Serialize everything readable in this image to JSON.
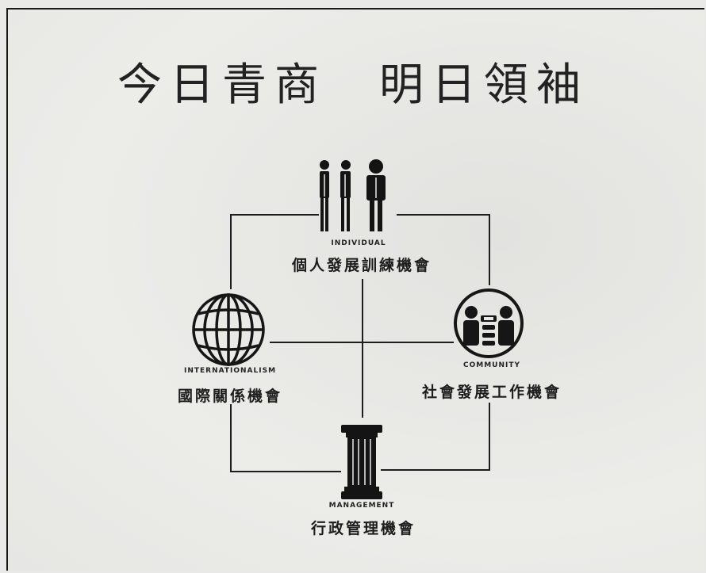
{
  "title": "今日青商　明日領袖",
  "nodes": {
    "individual": {
      "en": "INDIVIDUAL",
      "zh": "個人發展訓練機會"
    },
    "international": {
      "en": "INTERNATIONALISM",
      "zh": "國際關係機會"
    },
    "community": {
      "en": "COMMUNITY",
      "zh": "社會發展工作機會"
    },
    "management": {
      "en": "MANAGEMENT",
      "zh": "行政管理機會"
    }
  }
}
